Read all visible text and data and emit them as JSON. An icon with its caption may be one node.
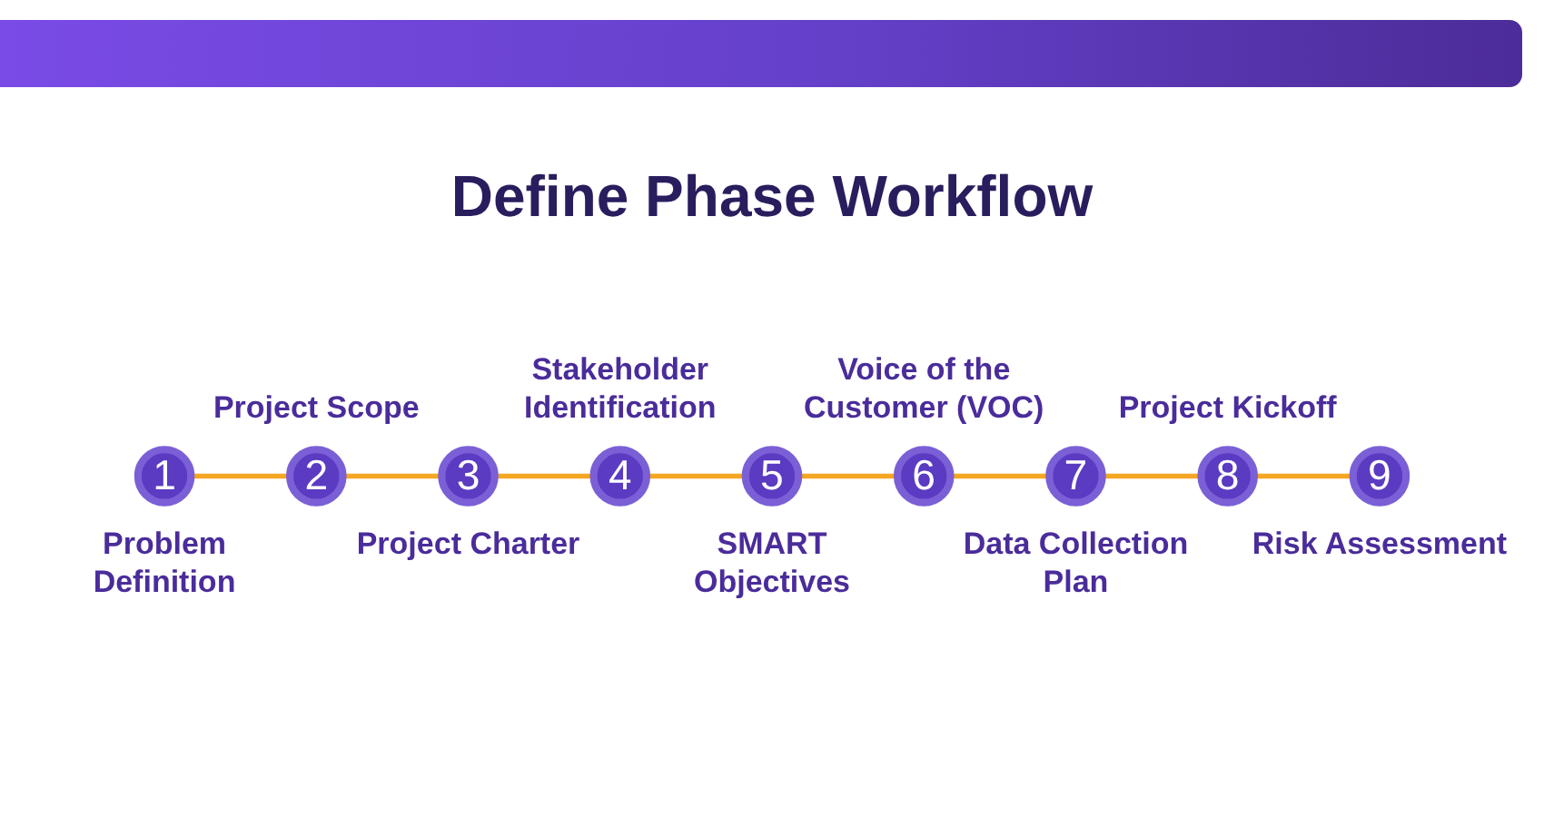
{
  "diagram": {
    "title": "Define Phase Workflow",
    "nodes": [
      {
        "text": [
          "1"
        ],
        "beside": [
          "Problem Definition"
        ]
      },
      {
        "text": [
          "2"
        ],
        "beside": [
          "Project Scope"
        ]
      },
      {
        "text": [
          "3"
        ],
        "beside": [
          "Project Charter"
        ]
      },
      {
        "text": [
          "4"
        ],
        "beside": [
          "Stakeholder Identification"
        ]
      },
      {
        "text": [
          "5"
        ],
        "beside": [
          "SMART Objectives"
        ]
      },
      {
        "text": [
          "6"
        ],
        "beside": [
          "Voice of the Customer (VOC)"
        ]
      },
      {
        "text": [
          "7"
        ],
        "beside": [
          "Data Collection Plan"
        ]
      },
      {
        "text": [
          "8"
        ],
        "beside": [
          "Project Kickoff"
        ]
      },
      {
        "text": [
          "9"
        ],
        "beside": [
          "Risk Assessment"
        ]
      }
    ],
    "edges": [
      {
        "from": 0,
        "to": 1,
        "arrow": "none"
      },
      {
        "from": 1,
        "to": 2,
        "arrow": "none"
      },
      {
        "from": 2,
        "to": 3,
        "arrow": "none"
      },
      {
        "from": 3,
        "to": 4,
        "arrow": "none"
      },
      {
        "from": 4,
        "to": 5,
        "arrow": "none"
      },
      {
        "from": 5,
        "to": 6,
        "arrow": "none"
      },
      {
        "from": 6,
        "to": 7,
        "arrow": "none"
      },
      {
        "from": 7,
        "to": 8,
        "arrow": "none"
      }
    ]
  }
}
